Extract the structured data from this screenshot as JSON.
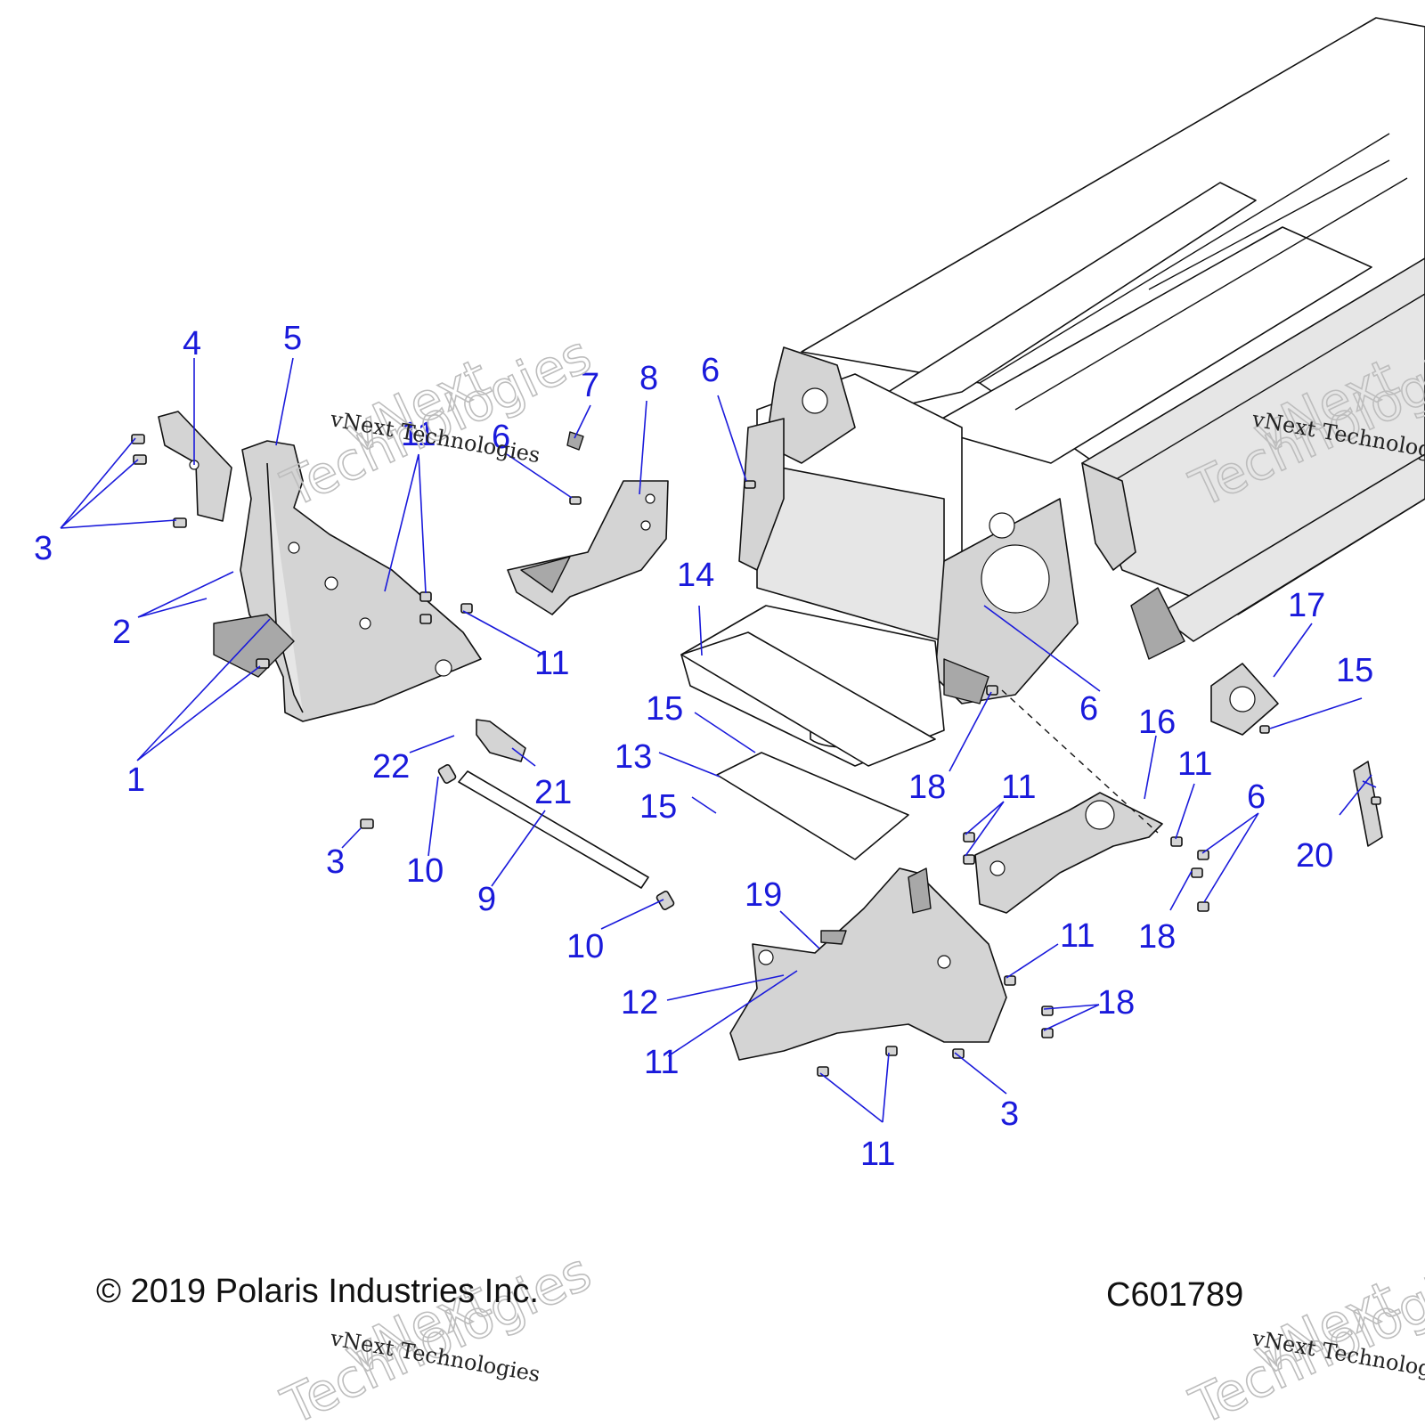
{
  "callouts": [
    "1",
    "2",
    "3",
    "4",
    "5",
    "6",
    "7",
    "8",
    "9",
    "10",
    "11",
    "12",
    "13",
    "14",
    "15",
    "16",
    "17",
    "18",
    "19",
    "20",
    "21",
    "22"
  ],
  "watermark": {
    "small": "vNext Technologies",
    "big_line1": "vNext",
    "big_line2": "Technologies"
  },
  "footer": {
    "copyright": "© 2019 Polaris Industries Inc.",
    "code": "C601789"
  },
  "colors": {
    "callout": "#1a1adb",
    "line": "#111111",
    "part_fill": "#d4d4d4"
  }
}
